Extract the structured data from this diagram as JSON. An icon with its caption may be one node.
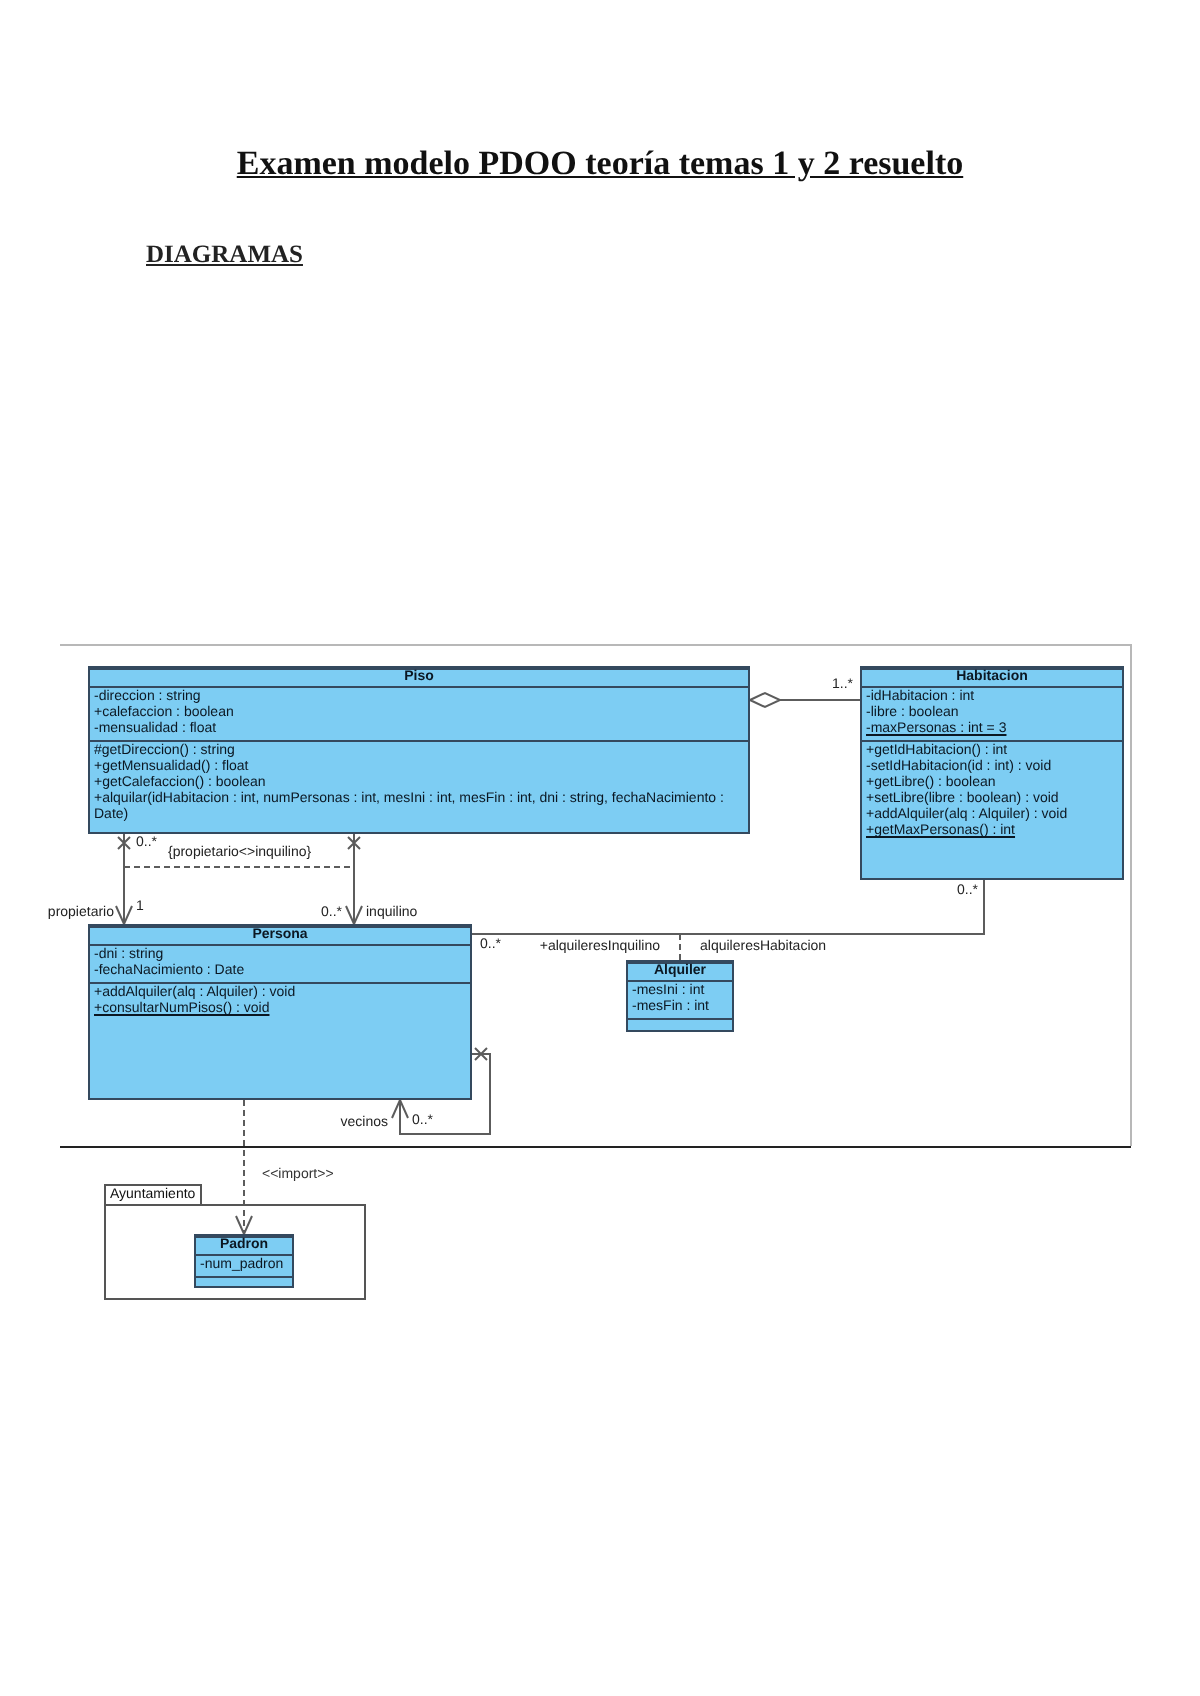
{
  "diagram": {
    "title": "Examen modelo PDOO teoría temas 1 y 2 resuelto",
    "nodes": [
      {
        "text": [
          "Piso",
          "-direccion : string",
          "+calefaccion : boolean",
          "-mensualidad : float",
          "#getDireccion() : string",
          "+getMensualidad() : float",
          "+getCalefaccion() : boolean",
          "+alquilar(idHabitacion : int, numPersonas : int, mesIni : int, mesFin : int, dni : string, fechaNacimiento : Date)"
        ]
      },
      {
        "text": [
          "Habitacion",
          "-idHabitacion : int",
          "-libre : boolean",
          "-maxPersonas : int = 3",
          "+getIdHabitacion() : int",
          "-setIdHabitacion(id : int) : void",
          "+getLibre() : boolean",
          "+setLibre(libre : boolean) : void",
          "+addAlquiler(alq : Alquiler) : void",
          "+getMaxPersonas() : int"
        ]
      },
      {
        "text": [
          "Persona",
          "-dni : string",
          "-fechaNacimiento : Date",
          "+addAlquiler(alq : Alquiler) : void",
          "+consultarNumPisos() : void"
        ]
      },
      {
        "text": [
          "Alquiler",
          "-mesIni : int",
          "-mesFin : int"
        ]
      },
      {
        "text": [
          "Ayuntamiento"
        ]
      },
      {
        "text": [
          "Padron",
          "-num_padron"
        ],
        "in": 4
      }
    ],
    "edges": [
      {
        "from": 0,
        "to": 1,
        "arrow": "other"
      },
      {
        "from": 0,
        "to": 2,
        "arrow": "to"
      },
      {
        "from": 0,
        "to": 2,
        "arrow": "to"
      },
      {
        "from": 2,
        "to": 1,
        "arrow": "none"
      },
      {
        "from": 2,
        "to": 2,
        "arrow": "to"
      },
      {
        "from": 3,
        "to": null,
        "arrow": "none",
        "style": "dashed"
      },
      {
        "from": 2,
        "to": 5,
        "arrow": "to",
        "style": "dashed",
        "label": "<<import>>"
      }
    ],
    "labels": [
      "DIAGRAMAS",
      "1..*",
      "0..*",
      "{propietario<>inquilino}",
      "propietario",
      "1",
      "0..*",
      "inquilino",
      "0..*",
      "+alquileresInquilino",
      "alquileresHabitacion",
      "0..*",
      "vecinos",
      "0..*"
    ]
  }
}
